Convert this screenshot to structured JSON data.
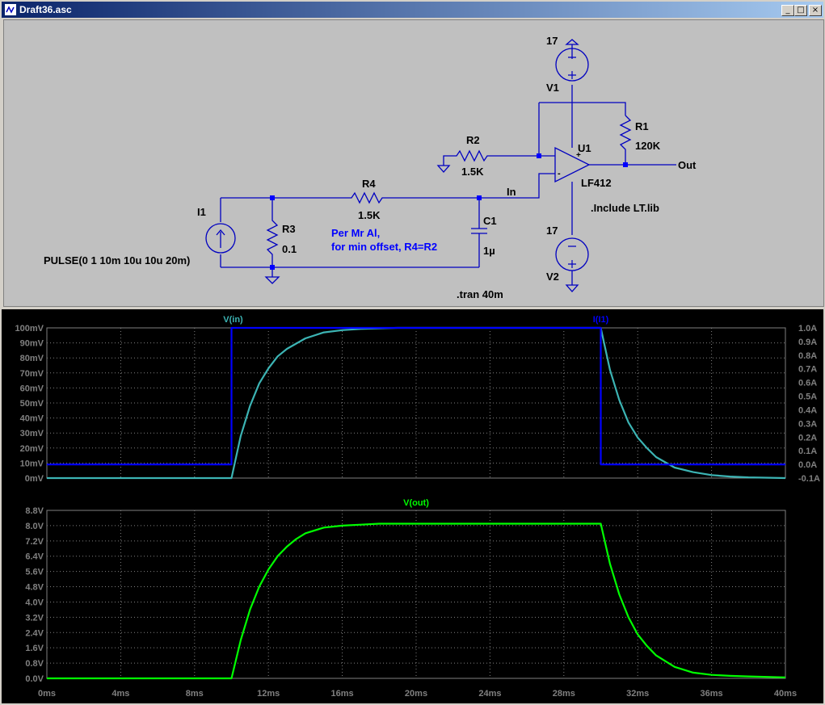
{
  "window": {
    "title": "Draft36.asc",
    "buttons": [
      "_",
      "□",
      "×"
    ]
  },
  "schematic": {
    "labels": {
      "v1_value": "17",
      "v1_name": "V1",
      "v2_value": "17",
      "v2_name": "V2",
      "r1_name": "R1",
      "r1_value": "120K",
      "r2_name": "R2",
      "r2_value": "1.5K",
      "r3_name": "R3",
      "r3_value": "0.1",
      "r4_name": "R4",
      "r4_value": "1.5K",
      "c1_name": "C1",
      "c1_value": "1µ",
      "u1_name": "U1",
      "u1_model": "LF412",
      "i1_name": "I1",
      "i1_value": "PULSE(0 1 10m 10u 10u 20m)",
      "net_in": "In",
      "net_out": "Out",
      "opamp_plus_sign": "+",
      "opamp_minus_sign": "-",
      "directive_include": ".Include LT.lib",
      "directive_tran": ".tran 40m",
      "comment_line1": "Per Mr Al,",
      "comment_line2": "for min offset, R4=R2"
    },
    "colors": {
      "background": "#c0c0c0",
      "wire": "#0000c0",
      "junction": "#0000ff",
      "text": "#000000",
      "comment": "#0000ff"
    }
  },
  "plots": {
    "x_ticks": [
      "0ms",
      "4ms",
      "8ms",
      "12ms",
      "16ms",
      "20ms",
      "24ms",
      "28ms",
      "32ms",
      "36ms",
      "40ms"
    ],
    "top": {
      "left_ticks": [
        "100mV",
        "90mV",
        "80mV",
        "70mV",
        "60mV",
        "50mV",
        "40mV",
        "30mV",
        "20mV",
        "10mV",
        "0mV"
      ],
      "right_ticks": [
        "1.0A",
        "0.9A",
        "0.8A",
        "0.7A",
        "0.6A",
        "0.5A",
        "0.4A",
        "0.3A",
        "0.2A",
        "0.1A",
        "0.0A",
        "-0.1A"
      ],
      "trace_labels": [
        "V(in)",
        "I(I1)"
      ]
    },
    "bottom": {
      "left_ticks": [
        "8.8V",
        "8.0V",
        "7.2V",
        "6.4V",
        "5.6V",
        "4.8V",
        "4.0V",
        "3.2V",
        "2.4V",
        "1.6V",
        "0.8V",
        "0.0V"
      ],
      "trace_labels": [
        "V(out)"
      ]
    },
    "colors": {
      "background": "#000000",
      "grid": "#808080",
      "v_in": "#3cb4b4",
      "i_i1": "#0000ff",
      "v_out": "#00ff00"
    }
  },
  "chart_data": [
    {
      "type": "line",
      "title": "",
      "xlabel": "",
      "ylabel": "",
      "xlim": [
        0,
        40
      ],
      "ylim": [
        0,
        100
      ],
      "y2lim": [
        -0.1,
        1.0
      ],
      "x_unit": "ms",
      "y_unit": "mV",
      "y2_unit": "A",
      "grid": true,
      "series": [
        {
          "name": "V(in)",
          "color": "#3cb4b4",
          "axis": "left",
          "x": [
            0,
            10,
            10.5,
            11,
            11.5,
            12,
            12.5,
            13,
            14,
            15,
            16,
            17,
            18,
            19,
            30,
            30.5,
            31,
            31.5,
            32,
            32.5,
            33,
            34,
            35,
            36,
            37,
            38,
            40
          ],
          "y": [
            0,
            0,
            28,
            48,
            63,
            73,
            81,
            86,
            93,
            97,
            98.5,
            99.3,
            99.7,
            100,
            100,
            72,
            52,
            37,
            27,
            20,
            14,
            7,
            4,
            2,
            1,
            0.5,
            0
          ]
        },
        {
          "name": "I(I1)",
          "color": "#0000ff",
          "axis": "right",
          "x": [
            0,
            10,
            10,
            30,
            30,
            40
          ],
          "y": [
            0,
            0,
            1,
            1,
            0,
            0
          ]
        }
      ]
    },
    {
      "type": "line",
      "title": "",
      "xlabel": "",
      "ylabel": "",
      "xlim": [
        0,
        40
      ],
      "ylim": [
        0,
        8.8
      ],
      "x_unit": "ms",
      "y_unit": "V",
      "grid": true,
      "series": [
        {
          "name": "V(out)",
          "color": "#00ff00",
          "x": [
            0,
            10,
            10.5,
            11,
            11.5,
            12,
            12.5,
            13,
            13.5,
            14,
            15,
            16,
            17,
            18,
            20,
            30,
            30.5,
            31,
            31.5,
            32,
            32.5,
            33,
            34,
            35,
            36,
            37,
            38,
            40
          ],
          "y": [
            0,
            0,
            2.0,
            3.6,
            4.8,
            5.7,
            6.4,
            6.9,
            7.3,
            7.6,
            7.9,
            8.0,
            8.05,
            8.1,
            8.1,
            8.1,
            6.0,
            4.4,
            3.2,
            2.3,
            1.7,
            1.2,
            0.6,
            0.3,
            0.18,
            0.13,
            0.1,
            0.05
          ]
        }
      ]
    }
  ]
}
